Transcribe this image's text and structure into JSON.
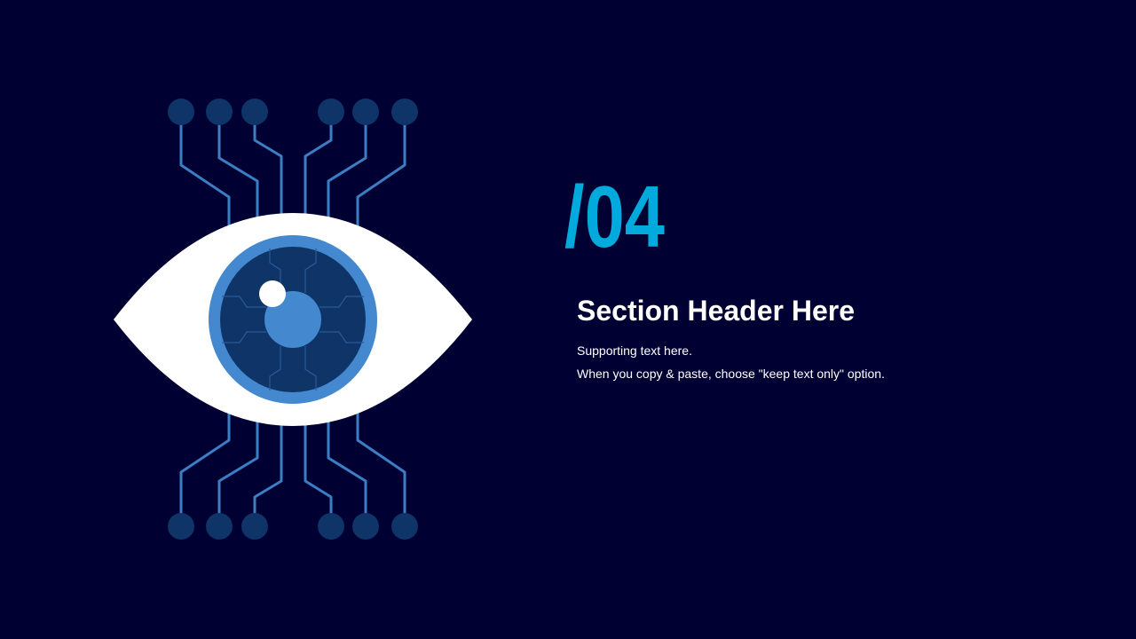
{
  "slide": {
    "section_number": "/04",
    "title": "Section Header Here",
    "supporting_lines": [
      "Supporting text here.",
      "When you copy & paste, choose \"keep text only\" option."
    ]
  },
  "colors": {
    "background": "#000033",
    "accent": "#00aadd",
    "text": "#ffffff",
    "circuit_line": "#3b7ec4",
    "circuit_node": "#0e3468",
    "eye_white": "#ffffff",
    "iris_ring": "#4489cf",
    "iris": "#0e3468",
    "pupil": "#4489cf"
  },
  "illustration": {
    "icon": "eye-circuit-icon"
  }
}
